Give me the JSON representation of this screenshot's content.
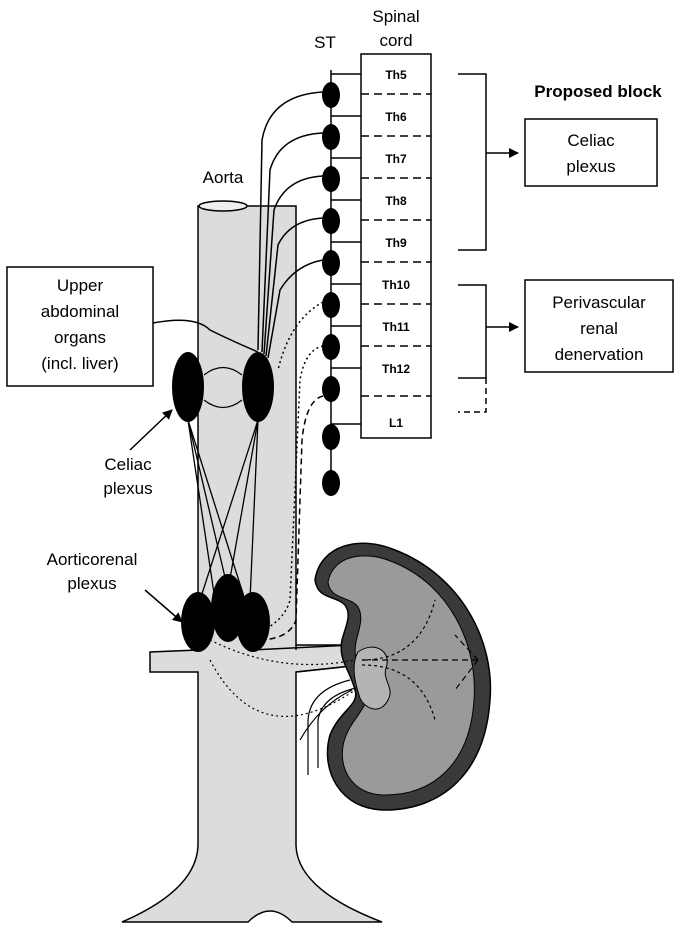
{
  "labels": {
    "st": "ST",
    "spinal_cord_line1": "Spinal",
    "spinal_cord_line2": "cord",
    "aorta": "Aorta",
    "proposed_block": "Proposed block",
    "celiac_box_line1": "Celiac",
    "celiac_box_line2": "plexus",
    "renal_box_line1": "Perivascular",
    "renal_box_line2": "renal",
    "renal_box_line3": "denervation",
    "upper_line1": "Upper",
    "upper_line2": "abdominal",
    "upper_line3": "organs",
    "upper_line4": "(incl. liver)",
    "celiac_plexus_line1": "Celiac",
    "celiac_plexus_line2": "plexus",
    "aorticorenal_line1": "Aorticorenal",
    "aorticorenal_line2": "plexus"
  },
  "segments": [
    "Th5",
    "Th6",
    "Th7",
    "Th8",
    "Th9",
    "Th10",
    "Th11",
    "Th12",
    "L1"
  ],
  "colors": {
    "vessel_fill": "#dcdcdc",
    "kidney_outer": "#3a3a3a",
    "kidney_inner": "#9a9a9a",
    "kidney_pelvis": "#b4b4b4",
    "ganglion": "#000000"
  }
}
